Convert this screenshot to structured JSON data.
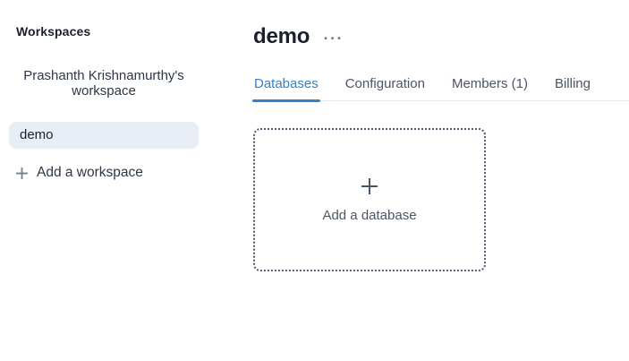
{
  "sidebar": {
    "title": "Workspaces",
    "workspaces": [
      {
        "label": "Prashanth Krishnamurthy's workspace",
        "selected": false
      },
      {
        "label": "demo",
        "selected": true
      }
    ],
    "add_workspace_label": "Add a workspace"
  },
  "main": {
    "title": "demo",
    "menu_icon_glyph": "•••",
    "tabs": [
      {
        "label": "Databases",
        "active": true
      },
      {
        "label": "Configuration",
        "active": false
      },
      {
        "label": "Members (1)",
        "active": false
      },
      {
        "label": "Billing",
        "active": false
      }
    ],
    "add_database": {
      "label": "Add a database"
    }
  },
  "icons": {
    "workspace_menu": "ellipsis-icon",
    "add_workspace": "plus-icon",
    "add_database": "plus-icon"
  },
  "colors": {
    "accent_blue": "#3182ce",
    "text_dark": "#1a202c",
    "text_gray": "#4a5568",
    "selected_item_bg": "#e9eef6",
    "divider": "#e2e8f0",
    "dotted_border": "#4d5a6e"
  }
}
